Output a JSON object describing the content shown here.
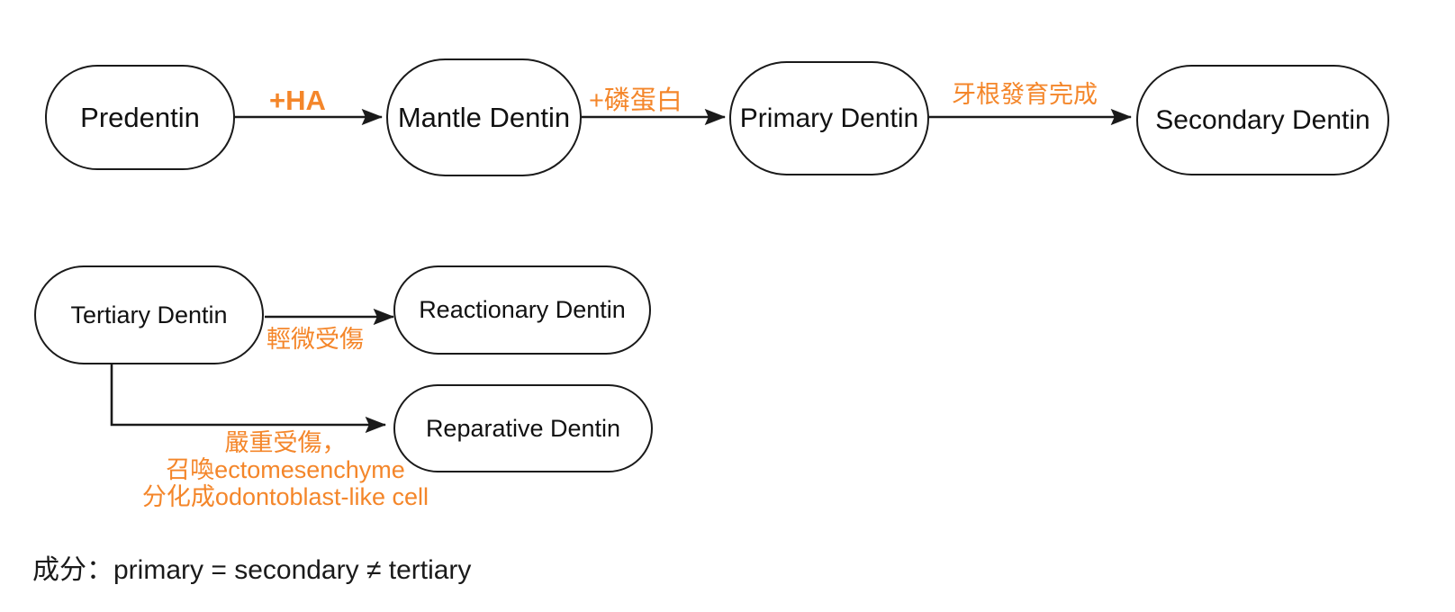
{
  "diagram": {
    "title": "Dentin formation flowchart",
    "accent_color": "#F4862A",
    "line_color": "#1a1a1a",
    "node_fill": "#ffffff"
  },
  "nodes": {
    "predentin": "Predentin",
    "mantle_dentin": "Mantle Dentin",
    "primary_dentin": "Primary Dentin",
    "secondary_dentin": "Secondary Dentin",
    "tertiary_dentin": "Tertiary Dentin",
    "reactionary_dentin": "Reactionary Dentin",
    "reparative_dentin": "Reparative Dentin"
  },
  "edge_labels": {
    "predentin_to_mantle": "+HA",
    "mantle_to_primary": "+磷蛋白",
    "primary_to_secondary": "牙根發育完成",
    "tertiary_to_reactionary": "輕微受傷",
    "tertiary_to_reparative_line1": "嚴重受傷，",
    "tertiary_to_reparative_line2": "召喚ectomesenchyme",
    "tertiary_to_reparative_line3": "分化成odontoblast-like cell"
  },
  "footer": {
    "composition_note": "成分：primary  =  secondary ≠ tertiary"
  }
}
